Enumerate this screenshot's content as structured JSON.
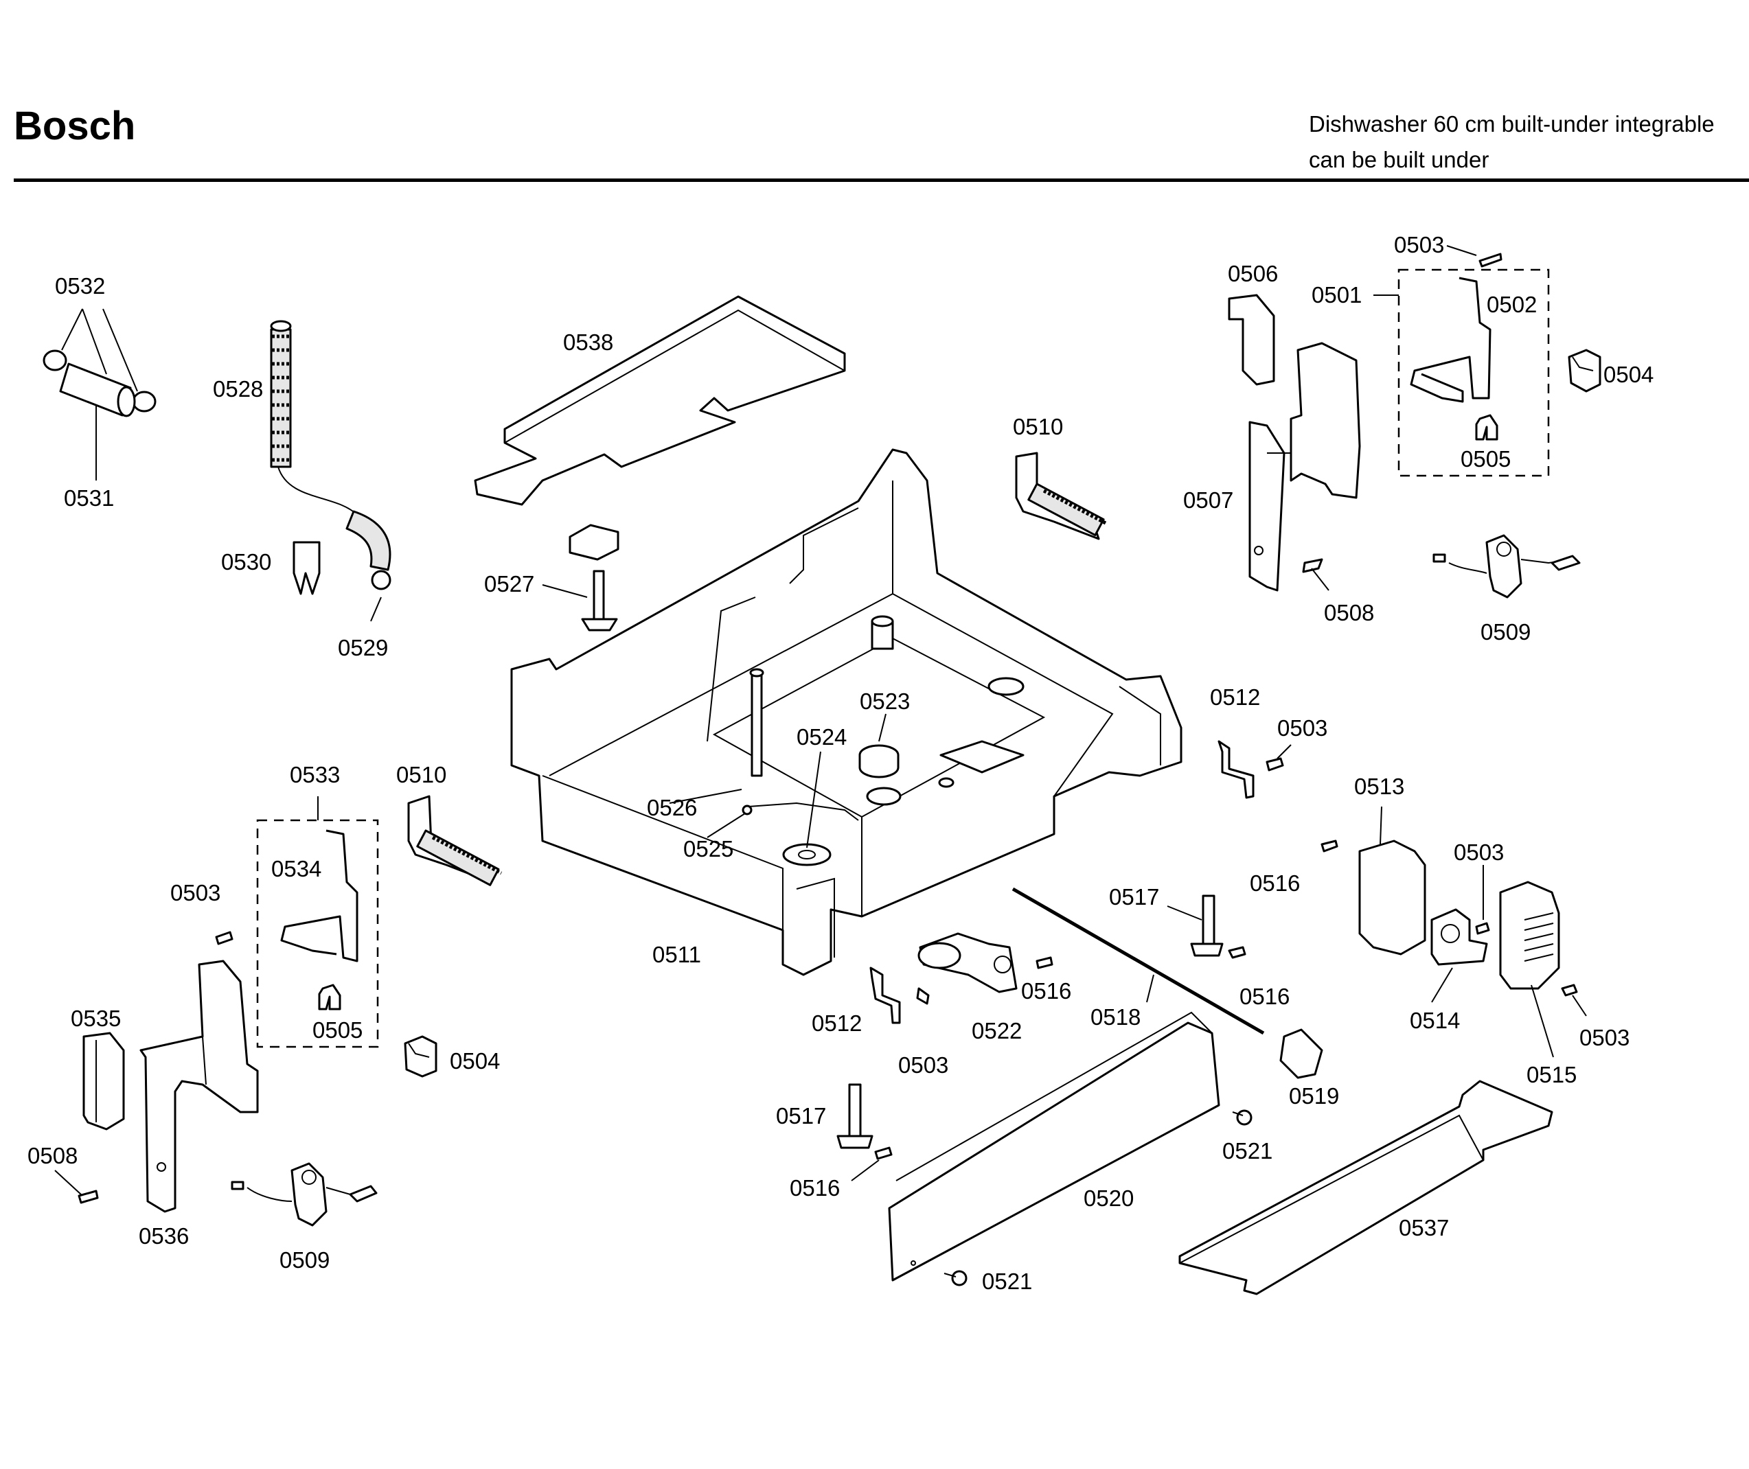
{
  "header": {
    "brand": "Bosch",
    "description_line1": "Dishwasher 60 cm built-under integrable",
    "description_line2": "can be built under"
  },
  "labels": {
    "l0532": "0532",
    "l0531": "0531",
    "l0528": "0528",
    "l0530": "0530",
    "l0529": "0529",
    "l0538": "0538",
    "l0527": "0527",
    "l0510a": "0510",
    "l0510b": "0510",
    "l0506": "0506",
    "l0501": "0501",
    "l0503a": "0503",
    "l0502": "0502",
    "l0504a": "0504",
    "l0505a": "0505",
    "l0507": "0507",
    "l0508a": "0508",
    "l0509a": "0509",
    "l0523": "0523",
    "l0524": "0524",
    "l0526": "0526",
    "l0525": "0525",
    "l0511": "0511",
    "l0512a": "0512",
    "l0503b": "0503",
    "l0513": "0513",
    "l0503c": "0503",
    "l0516a": "0516",
    "l0517a": "0517",
    "l0516b": "0516",
    "l0514": "0514",
    "l0503d": "0503",
    "l0515": "0515",
    "l0533": "0533",
    "l0534": "0534",
    "l0503e": "0503",
    "l0505b": "0505",
    "l0504b": "0504",
    "l0535": "0535",
    "l0508b": "0508",
    "l0536": "0536",
    "l0509b": "0509",
    "l0512b": "0512",
    "l0503f": "0503",
    "l0522": "0522",
    "l0516c": "0516",
    "l0518": "0518",
    "l0519": "0519",
    "l0517b": "0517",
    "l0516d": "0516",
    "l0520": "0520",
    "l0521a": "0521",
    "l0521b": "0521",
    "l0537": "0537"
  }
}
